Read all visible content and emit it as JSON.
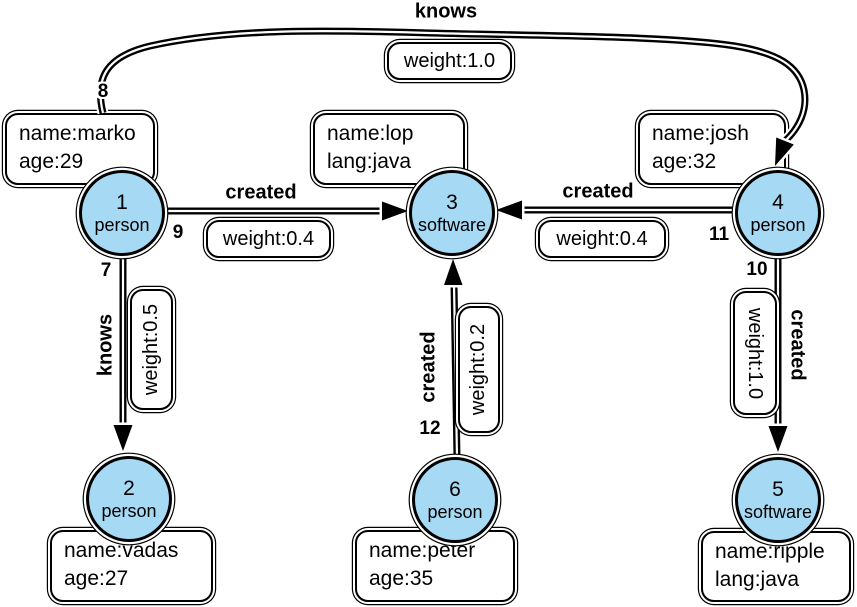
{
  "graph": {
    "nodes": [
      {
        "id": "1",
        "type": "person",
        "prop1": "name:marko",
        "prop2": "age:29"
      },
      {
        "id": "2",
        "type": "person",
        "prop1": "name:vadas",
        "prop2": "age:27"
      },
      {
        "id": "3",
        "type": "software",
        "prop1": "name:lop",
        "prop2": "lang:java"
      },
      {
        "id": "4",
        "type": "person",
        "prop1": "name:josh",
        "prop2": "age:32"
      },
      {
        "id": "5",
        "type": "software",
        "prop1": "name:ripple",
        "prop2": "lang:java"
      },
      {
        "id": "6",
        "type": "person",
        "prop1": "name:peter",
        "prop2": "age:35"
      }
    ],
    "edges": [
      {
        "id": "8",
        "label": "knows",
        "weight": "weight:1.0",
        "from": "1",
        "to": "4"
      },
      {
        "id": "9",
        "label": "created",
        "weight": "weight:0.4",
        "from": "1",
        "to": "3"
      },
      {
        "id": "7",
        "label": "knows",
        "weight": "weight:0.5",
        "from": "1",
        "to": "2"
      },
      {
        "id": "11",
        "label": "created",
        "weight": "weight:0.4",
        "from": "4",
        "to": "3"
      },
      {
        "id": "12",
        "label": "created",
        "weight": "weight:0.2",
        "from": "6",
        "to": "3"
      },
      {
        "id": "10",
        "label": "created",
        "weight": "weight:1.0",
        "from": "4",
        "to": "5"
      }
    ],
    "colors": {
      "node_fill": "#A6D9F4",
      "stroke": "#000000",
      "box_fill": "#FFFFFF",
      "background": "#FFFFFF"
    }
  }
}
